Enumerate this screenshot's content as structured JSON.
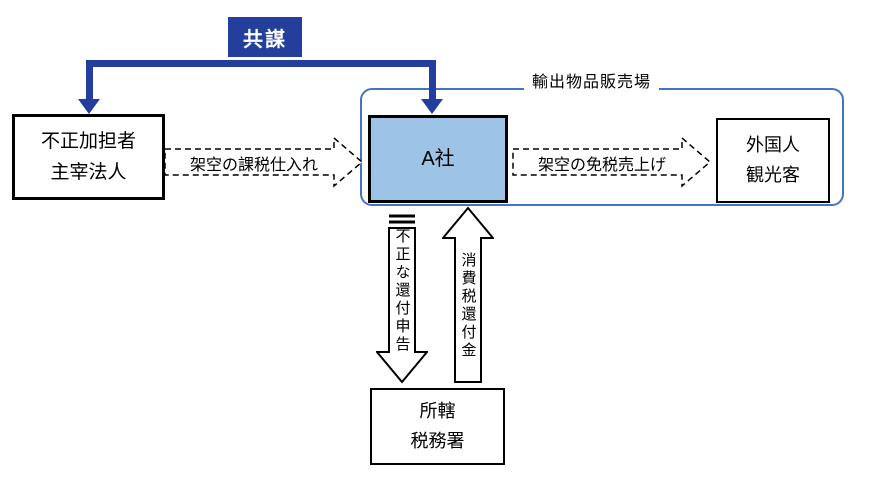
{
  "conspiracy": {
    "label": "共謀"
  },
  "duty_free": {
    "label": "輸出物品販売場"
  },
  "boxes": {
    "accomplice": {
      "line1": "不正加担者",
      "line2": "主宰法人"
    },
    "company_a": {
      "label": "A社"
    },
    "tourists": {
      "line1": "外国人",
      "line2": "観光客"
    },
    "tax_office": {
      "line1": "所轄",
      "line2": "税務署"
    }
  },
  "arrows": {
    "fictitious_taxable_purchase": {
      "label": "架空の課税仕入れ"
    },
    "fictitious_duty_free_sales": {
      "label": "架空の免税売上げ"
    },
    "fraudulent_refund_claim": {
      "label": "不正な還付申告"
    },
    "consumption_tax_refund": {
      "label": "消費税還付金"
    }
  },
  "colors": {
    "dark_blue": "#243e9b",
    "company_a_fill": "#9dc3e6",
    "duty_free_border": "#4472c4",
    "arrow_outline": "#000000"
  }
}
